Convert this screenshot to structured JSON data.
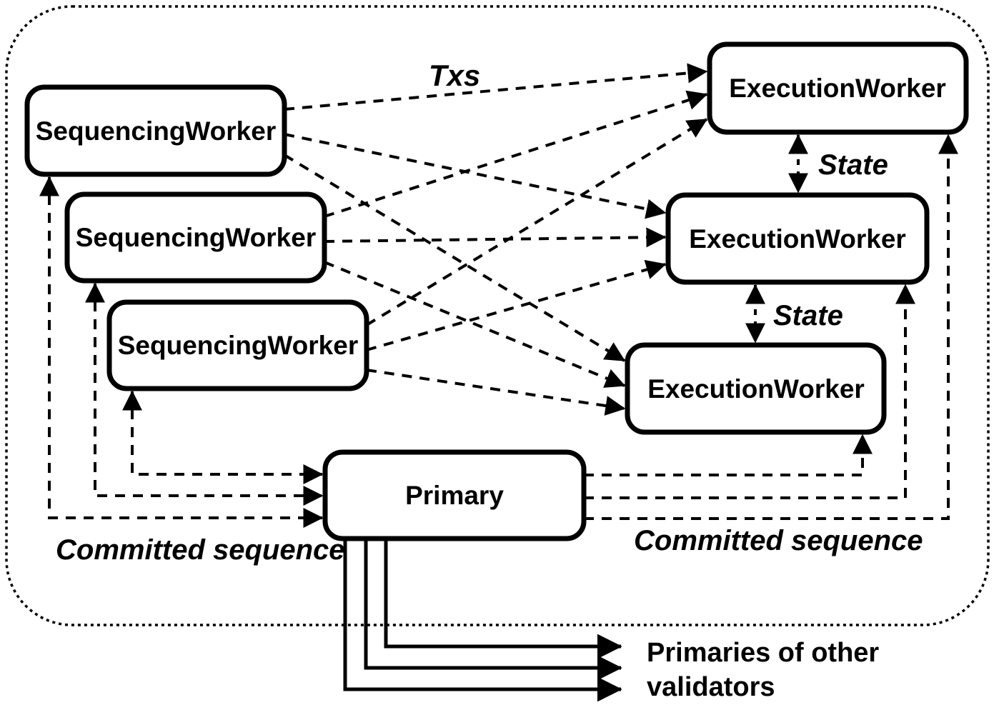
{
  "nodes": {
    "sequencing_workers": [
      "SequencingWorker",
      "SequencingWorker",
      "SequencingWorker"
    ],
    "execution_workers": [
      "ExecutionWorker",
      "ExecutionWorker",
      "ExecutionWorker"
    ],
    "primary": "Primary"
  },
  "edge_labels": {
    "txs": "Txs",
    "state_1": "State",
    "state_2": "State",
    "committed_sequence_left": "Committed sequence",
    "committed_sequence_right": "Committed sequence"
  },
  "external": {
    "line1": "Primaries of other",
    "line2": "validators"
  },
  "colors": {
    "ink": "#000000",
    "paper": "#ffffff"
  }
}
